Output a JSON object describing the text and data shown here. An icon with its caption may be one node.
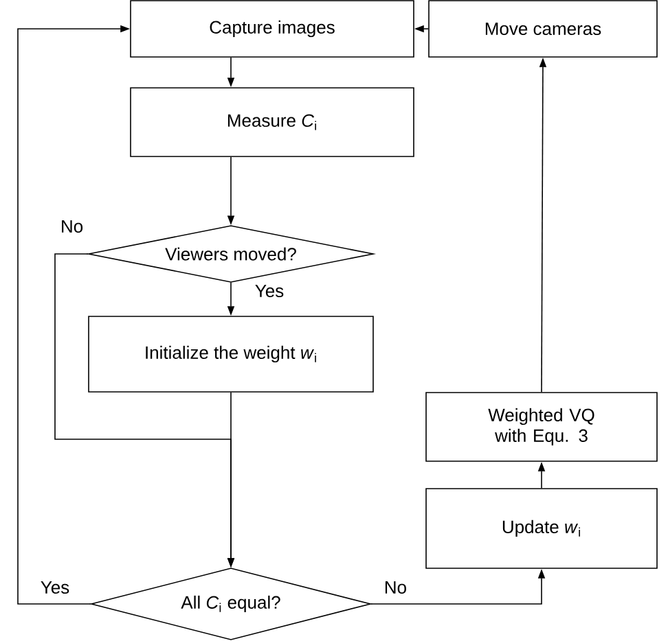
{
  "diagram": {
    "nodes": [
      {
        "text": [
          "Capture images"
        ]
      },
      {
        "text": [
          "Move cameras"
        ]
      },
      {
        "text": [
          "Measure *C*$_{i}$"
        ]
      },
      {
        "text": [
          "Viewers moved?"
        ]
      },
      {
        "text": [
          "Initialize the weight *w*$_{i}$"
        ]
      },
      {
        "text": [
          "All *C*$_{i}$ equal?"
        ]
      },
      {
        "text": [
          "Update *w*$_{i}$"
        ]
      },
      {
        "text": [
          "Weighted VQ with Equ. 3"
        ]
      }
    ],
    "edges": [
      {
        "from": 0,
        "to": 2,
        "arrow": "to"
      },
      {
        "from": 2,
        "to": 3,
        "arrow": "to"
      },
      {
        "from": 3,
        "to": 4,
        "arrow": "to",
        "label": "Yes"
      },
      {
        "from": 4,
        "to": 5,
        "arrow": "to"
      },
      {
        "from": 3,
        "to": 5,
        "arrow": "to",
        "label": "No"
      },
      {
        "from": 5,
        "to": 0,
        "arrow": "to",
        "label": "Yes"
      },
      {
        "from": 5,
        "to": 6,
        "arrow": "to",
        "label": "No"
      },
      {
        "from": 6,
        "to": 7,
        "arrow": "to"
      },
      {
        "from": 7,
        "to": 1,
        "arrow": "to"
      },
      {
        "from": 1,
        "to": 0,
        "arrow": "to"
      }
    ]
  }
}
